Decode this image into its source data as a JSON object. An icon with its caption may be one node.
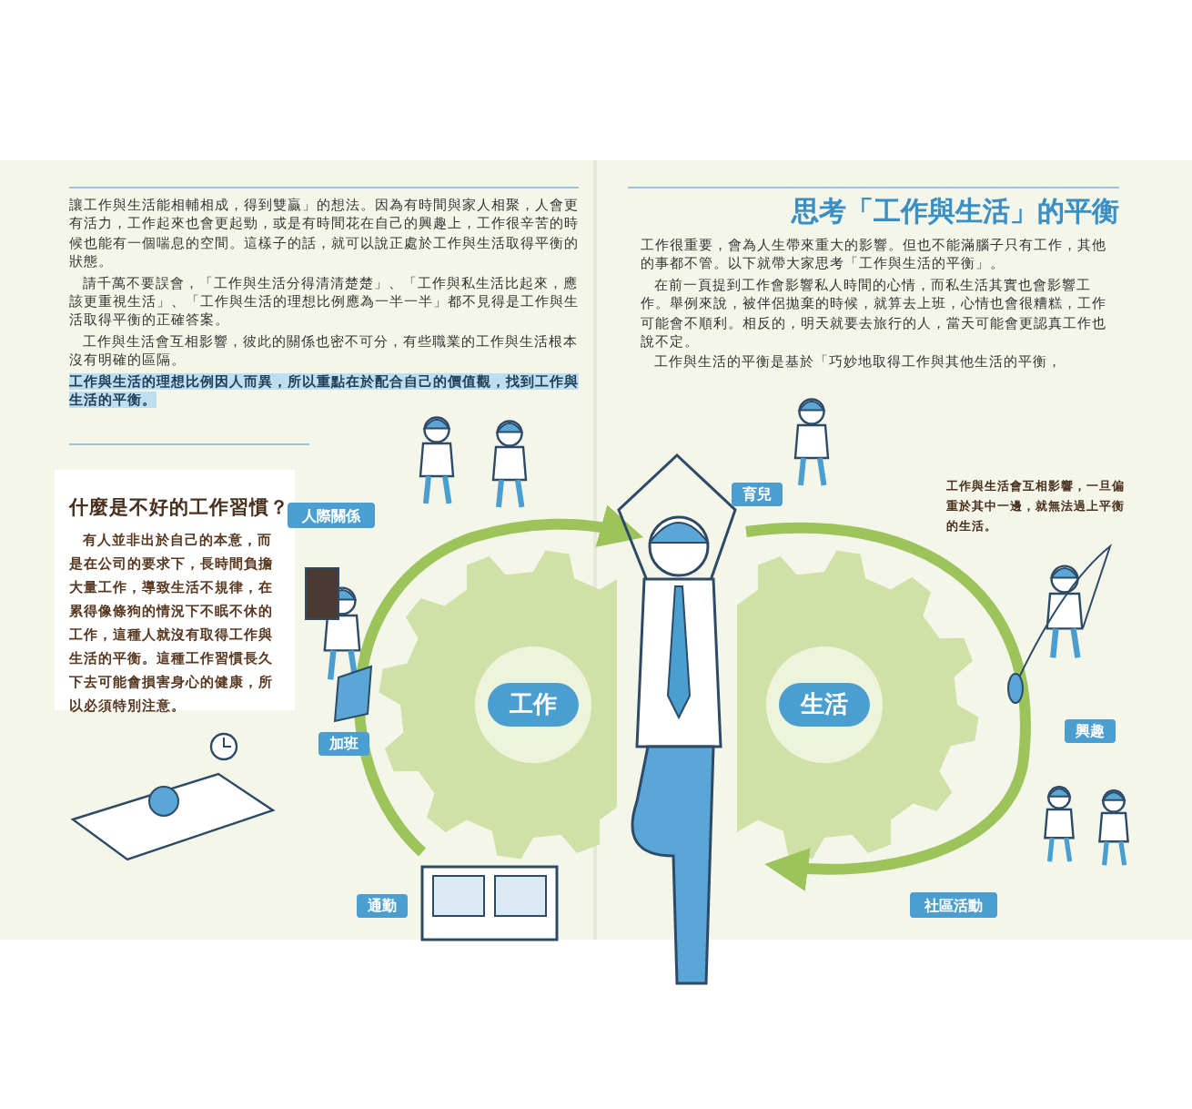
{
  "diagram": {
    "title": "思考「工作與生活」的平衡",
    "nodes": [
      {
        "text": [
          "什麼是不好的工作習慣？",
          "有人並非出於自己的本意，而是在公司的要求下，長時間負擔大量工作，導致生活不規律，在累得像條狗的情況下不眠不休的工作，這種人就沒有取得工作與生活的平衡。這種工作習慣長久下去可能會損害身心的健康，所以必須特別注意。"
        ]
      },
      {
        "text": [
          "人際關係"
        ]
      },
      {
        "text": [
          "育兒"
        ]
      },
      {
        "text": [
          "工作"
        ]
      },
      {
        "text": [
          "生活"
        ]
      },
      {
        "text": [
          "加班"
        ]
      },
      {
        "text": [
          "興趣"
        ]
      },
      {
        "text": [
          "通勤"
        ]
      },
      {
        "text": [
          "社區活動"
        ]
      }
    ],
    "labels": [
      "工作很重要，會為人生帶來重大的影響。但也不能滿腦子只有工作，其他的事都不管。以下就帶大家思考「工作與生活的平衡」。",
      "在前一頁提到工作會影響私人時間的心情，而私生活其實也會影響工作。舉例來說，被伴侶拋棄的時候，就算去上班，心情也會很糟糕，工作可能會不順利。相反的，明天就要去旅行的人，當天可能會更認真工作也說不定。",
      "工作與生活的平衡是基於「巧妙地取得工作與其他生活的平衡，",
      "讓工作與生活能相輔相成，得到雙贏」的想法。因為有時間與家人相聚，人會更有活力，工作起來也會更起勁，或是有時間花在自己的興趣上，工作很辛苦的時候也能有一個喘息的空間。這樣子的話，就可以說正處於工作與生活取得平衡的狀態。",
      "請千萬不要誤會，「工作與生活分得清清楚楚」、「工作與私生活比起來，應該更重視生活」、「工作與生活的理想比例應為一半一半」都不見得是工作與生活取得平衡的正確答案。",
      "工作與生活會互相影響，彼此的關係也密不可分，有些職業的工作與生活根本沒有明確的區隔。",
      "工作與生活的理想比例因人而異，所以重點在於配合自己的價值觀，找到工作與生活的平衡。",
      "工作與生活會互相影響，一旦偏重於其中一邊，就無法過上平衡的生活。"
    ]
  }
}
